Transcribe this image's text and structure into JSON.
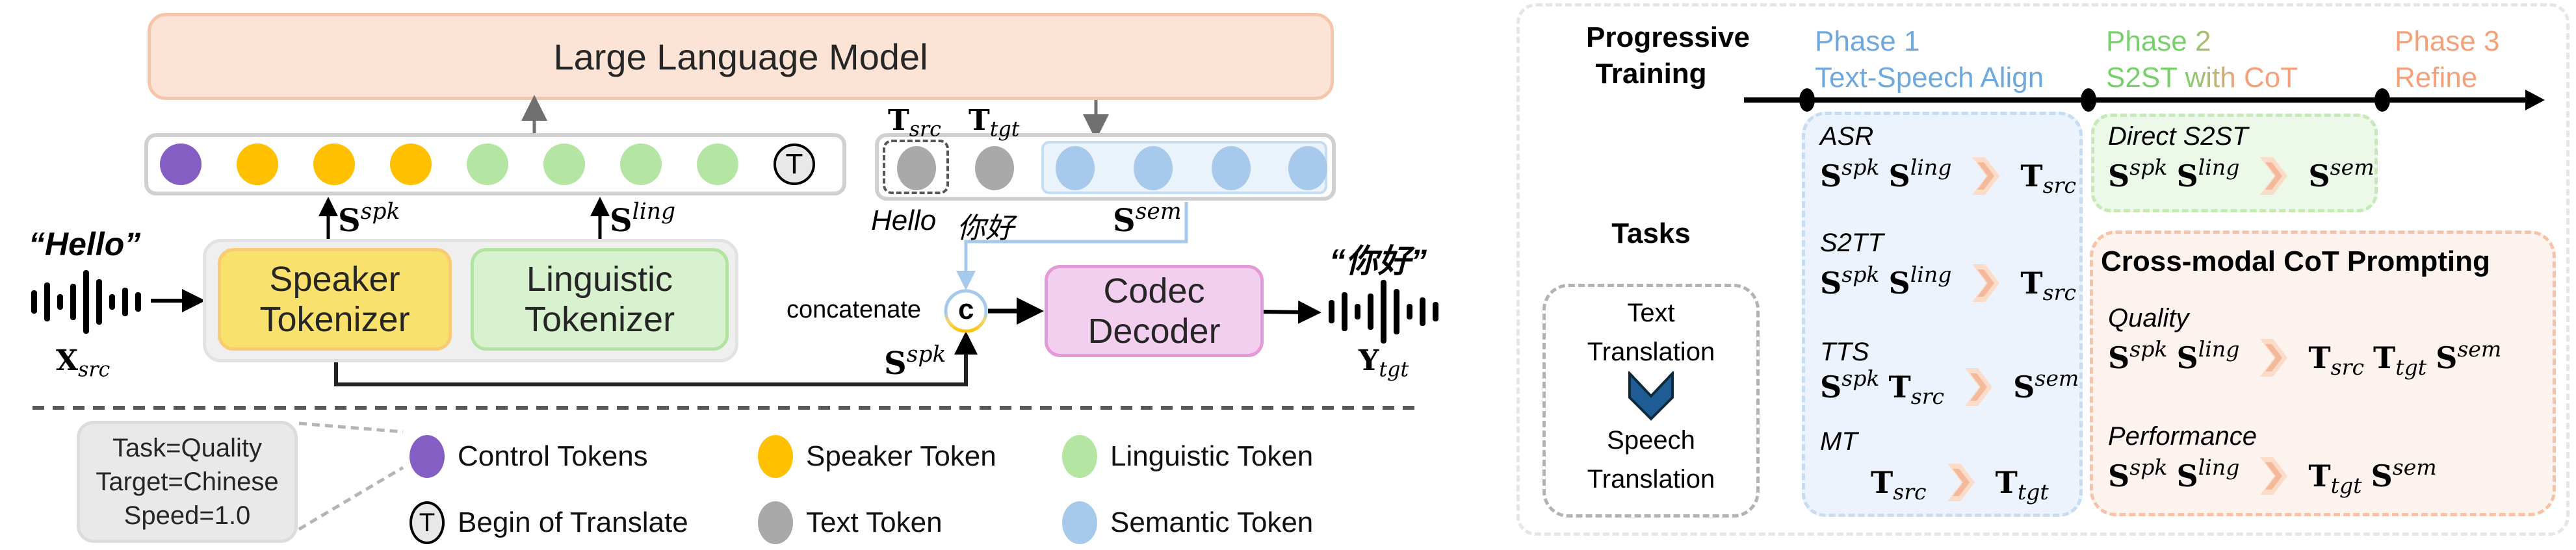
{
  "left": {
    "llm_label": "Large Language Model",
    "input_tokens": [
      {
        "type": "control"
      },
      {
        "type": "speaker"
      },
      {
        "type": "speaker"
      },
      {
        "type": "speaker"
      },
      {
        "type": "linguistic"
      },
      {
        "type": "linguistic"
      },
      {
        "type": "linguistic"
      },
      {
        "type": "linguistic"
      },
      {
        "type": "begin-of-translate",
        "glyph": "T"
      }
    ],
    "output_tokens": [
      {
        "type": "text",
        "label": "Hello"
      },
      {
        "type": "text",
        "label": "你好"
      },
      {
        "type": "semantic"
      },
      {
        "type": "semantic"
      },
      {
        "type": "semantic"
      },
      {
        "type": "semantic"
      }
    ],
    "t_src": {
      "base": "T",
      "sub": "src"
    },
    "t_tgt": {
      "base": "T",
      "sub": "tgt"
    },
    "text_token_labels": {
      "src": "Hello",
      "tgt": "你好"
    },
    "s_spk": {
      "base": "S",
      "sup": "spk"
    },
    "s_ling": {
      "base": "S",
      "sup": "ling"
    },
    "s_sem": {
      "base": "S",
      "sup": "sem"
    },
    "input_quote": "“Hello”",
    "output_quote": "“你好”",
    "x_src": {
      "base": "X",
      "sub": "src"
    },
    "y_tgt": {
      "base": "Y",
      "sub": "tgt"
    },
    "speaker_tokenizer": [
      "Speaker",
      "Tokenizer"
    ],
    "linguistic_tokenizer": [
      "Linguistic",
      "Tokenizer"
    ],
    "concatenate_label": "concatenate",
    "concat_glyph": "c",
    "codec_decoder": [
      "Codec",
      "Decoder"
    ]
  },
  "legend": {
    "control_settings": [
      "Task=Quality",
      "Target=Chinese",
      "Speed=1.0"
    ],
    "items": [
      {
        "label": "Control Tokens",
        "color": "#845ec2"
      },
      {
        "label": "Speaker Token",
        "color": "#ffc000"
      },
      {
        "label": "Linguistic Token",
        "color": "#b5e5a2"
      },
      {
        "label": "Begin of Translate",
        "glyph": "T",
        "color": "#e8e8e8"
      },
      {
        "label": "Text Token",
        "color": "#a9a9a9"
      },
      {
        "label": "Semantic Token",
        "color": "#a7c9eb"
      }
    ]
  },
  "right": {
    "progressive_training": [
      "Progressive",
      "Training"
    ],
    "tasks_label": "Tasks",
    "phases": [
      {
        "title": "Phase 1",
        "subtitle": "Text-Speech Align",
        "color": "#6fa8dc"
      },
      {
        "title": "Phase 2",
        "subtitle": "S2ST with CoT",
        "color": "#78d06c"
      },
      {
        "title": "Phase 3",
        "subtitle": "Refine",
        "color": "#f4a07a"
      }
    ],
    "translation_box": {
      "top": [
        "Text",
        "Translation"
      ],
      "bottom": [
        "Speech",
        "Translation"
      ]
    },
    "phase1_tasks": [
      {
        "name": "ASR",
        "inputs": [
          {
            "base": "S",
            "sup": "spk"
          },
          {
            "base": "S",
            "sup": "ling"
          }
        ],
        "outputs": [
          {
            "base": "T",
            "sub": "src"
          }
        ]
      },
      {
        "name": "S2TT",
        "inputs": [
          {
            "base": "S",
            "sup": "spk"
          },
          {
            "base": "S",
            "sup": "ling"
          }
        ],
        "outputs": [
          {
            "base": "T",
            "sub": "src"
          }
        ]
      },
      {
        "name": "TTS",
        "inputs": [
          {
            "base": "S",
            "sup": "spk"
          },
          {
            "base": "T",
            "sub": "src"
          }
        ],
        "outputs": [
          {
            "base": "S",
            "sup": "sem"
          }
        ]
      },
      {
        "name": "MT",
        "inputs": [
          {
            "base": "T",
            "sub": "src"
          }
        ],
        "outputs": [
          {
            "base": "T",
            "sub": "tgt"
          }
        ]
      }
    ],
    "phase2_task": {
      "name": "Direct S2ST",
      "inputs": [
        {
          "base": "S",
          "sup": "spk"
        },
        {
          "base": "S",
          "sup": "ling"
        }
      ],
      "outputs": [
        {
          "base": "S",
          "sup": "sem"
        }
      ]
    },
    "cot": {
      "title": "Cross-modal CoT Prompting",
      "modes": [
        {
          "name": "Quality",
          "inputs": [
            {
              "base": "S",
              "sup": "spk"
            },
            {
              "base": "S",
              "sup": "ling"
            }
          ],
          "outputs": [
            {
              "base": "T",
              "sub": "src"
            },
            {
              "base": "T",
              "sub": "tgt"
            },
            {
              "base": "S",
              "sup": "sem"
            }
          ]
        },
        {
          "name": "Performance",
          "inputs": [
            {
              "base": "S",
              "sup": "spk"
            },
            {
              "base": "S",
              "sup": "ling"
            }
          ],
          "outputs": [
            {
              "base": "T",
              "sub": "tgt"
            },
            {
              "base": "S",
              "sup": "sem"
            }
          ]
        }
      ]
    }
  },
  "colors": {
    "control": "#845ec2",
    "speaker": "#ffc000",
    "linguistic": "#b5e5a2",
    "text": "#a9a9a9",
    "semantic": "#a7c9eb",
    "begin": "#e8e8e8",
    "llm_fill": "#fbe3d6",
    "codec_fill": "#f2cfee",
    "chevron": "#f4b89a"
  }
}
